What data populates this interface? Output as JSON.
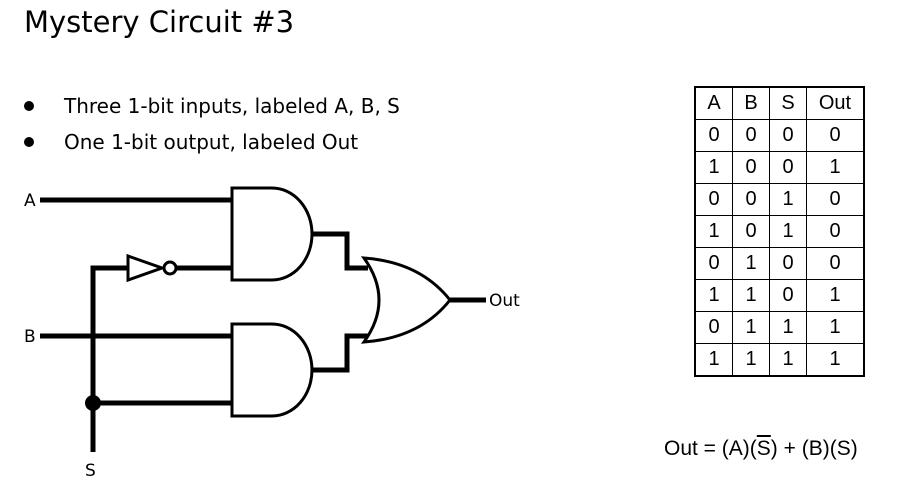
{
  "title": "Mystery Circuit #3",
  "bullets": [
    "Three 1-bit inputs, labeled A, B, S",
    "One 1-bit output, labeled Out"
  ],
  "circuit": {
    "input_a": "A",
    "input_b": "B",
    "input_s": "S",
    "output": "Out"
  },
  "truth_table": {
    "headers": [
      "A",
      "B",
      "S",
      "Out"
    ],
    "rows": [
      [
        "0",
        "0",
        "0",
        "0"
      ],
      [
        "1",
        "0",
        "0",
        "1"
      ],
      [
        "0",
        "0",
        "1",
        "0"
      ],
      [
        "1",
        "0",
        "1",
        "0"
      ],
      [
        "0",
        "1",
        "0",
        "0"
      ],
      [
        "1",
        "1",
        "0",
        "1"
      ],
      [
        "0",
        "1",
        "1",
        "1"
      ],
      [
        "1",
        "1",
        "1",
        "1"
      ]
    ]
  },
  "formula": {
    "prefix": "Out = (A)(",
    "s_bar": "S",
    "suffix": ") + (B)(S)"
  }
}
